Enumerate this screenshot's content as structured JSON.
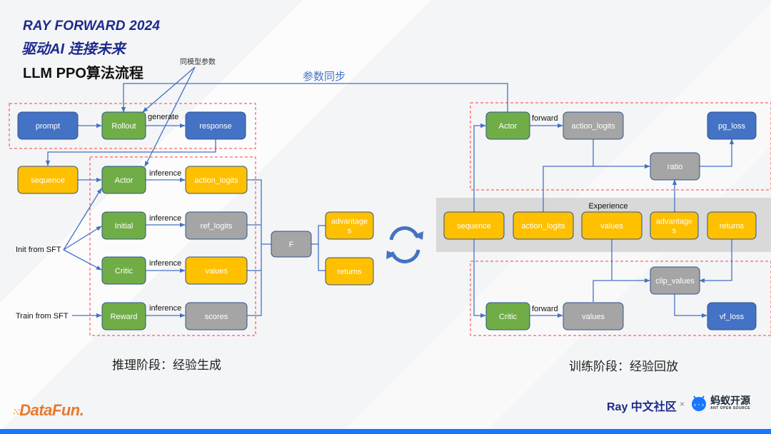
{
  "header": {
    "event": "RAY FORWARD 2024",
    "slogan": "驱动AI 连接未来",
    "title": "LLM PPO算法流程"
  },
  "colors": {
    "blue_node": "#4472c4",
    "green_node": "#70ad47",
    "orange_node": "#ffc000",
    "gray_node": "#a5a5a5",
    "edge": "#4472c4",
    "group_border": "#ff0000",
    "experience_bg": "#d9d9d9"
  },
  "annotations": {
    "same_model_params": "同模型参数",
    "param_sync": "参数同步",
    "init_from_sft": "Init from SFT",
    "train_from_sft": "Train from SFT",
    "experience": "Experience"
  },
  "inference_stage": {
    "caption": "推理阶段：经验生成",
    "nodes": [
      {
        "id": "prompt",
        "label": "prompt",
        "kind": "blue"
      },
      {
        "id": "rollout",
        "label": "Rollout",
        "kind": "green"
      },
      {
        "id": "response",
        "label": "response",
        "kind": "blue"
      },
      {
        "id": "sequence",
        "label": "sequence",
        "kind": "orange"
      },
      {
        "id": "actor",
        "label": "Actor",
        "kind": "green"
      },
      {
        "id": "action_logits",
        "label": "action_logits",
        "kind": "orange"
      },
      {
        "id": "initial",
        "label": "Initial",
        "kind": "green"
      },
      {
        "id": "ref_logits",
        "label": "ref_logits",
        "kind": "gray"
      },
      {
        "id": "critic",
        "label": "Critic",
        "kind": "green"
      },
      {
        "id": "values",
        "label": "values",
        "kind": "orange"
      },
      {
        "id": "reward",
        "label": "Reward",
        "kind": "green"
      },
      {
        "id": "scores",
        "label": "scores",
        "kind": "gray"
      },
      {
        "id": "f",
        "label": "F",
        "kind": "gray"
      },
      {
        "id": "advantages",
        "label": "advantage\ns",
        "kind": "orange"
      },
      {
        "id": "returns",
        "label": "returns",
        "kind": "orange"
      }
    ],
    "edge_labels": {
      "generate": "generate",
      "inference": "inference"
    }
  },
  "training_stage": {
    "caption": "训练阶段：经验回放",
    "nodes": [
      {
        "id": "t_actor",
        "label": "Actor",
        "kind": "green"
      },
      {
        "id": "t_action_logits",
        "label": "action_logits",
        "kind": "gray"
      },
      {
        "id": "pg_loss",
        "label": "pg_loss",
        "kind": "blue"
      },
      {
        "id": "ratio",
        "label": "ratio",
        "kind": "gray"
      },
      {
        "id": "e_sequence",
        "label": "sequence",
        "kind": "orange"
      },
      {
        "id": "e_action_logits",
        "label": "action_logits",
        "kind": "orange"
      },
      {
        "id": "e_values",
        "label": "values",
        "kind": "orange"
      },
      {
        "id": "e_advantages",
        "label": "advantage\ns",
        "kind": "orange"
      },
      {
        "id": "e_returns",
        "label": "returns",
        "kind": "orange"
      },
      {
        "id": "clip_values",
        "label": "clip_values",
        "kind": "gray"
      },
      {
        "id": "t_critic",
        "label": "Critic",
        "kind": "green"
      },
      {
        "id": "t_values",
        "label": "values",
        "kind": "gray"
      },
      {
        "id": "vf_loss",
        "label": "vf_loss",
        "kind": "blue"
      }
    ],
    "edge_labels": {
      "forward": "forward"
    }
  },
  "footer": {
    "datafun": "DataFun.",
    "ray_community": "Ray 中文社区",
    "times": "×",
    "ant_cn": "蚂蚁开源",
    "ant_en": "ANT OPEN SOURCE"
  }
}
